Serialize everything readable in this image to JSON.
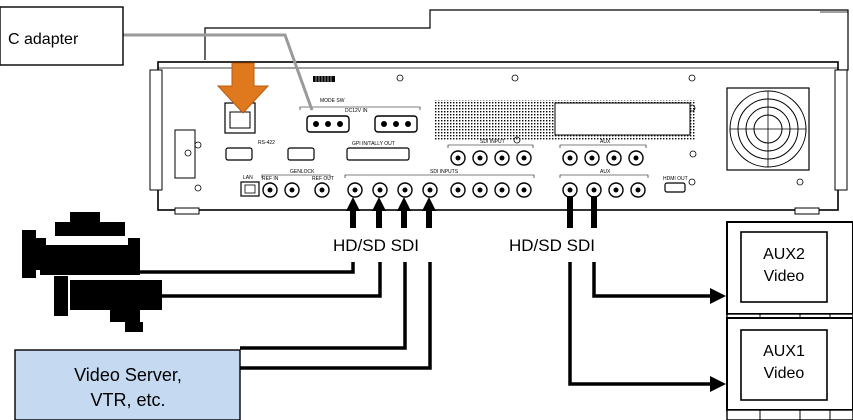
{
  "callouts": {
    "dc_adapter": "C adapter",
    "video_server": [
      "Video Server,",
      "VTR, etc."
    ]
  },
  "connections": {
    "sdi_inputs": "HD/SD SDI",
    "aux_outputs": "HD/SD SDI"
  },
  "monitors": {
    "aux2": [
      "AUX2",
      "Video"
    ],
    "aux1": [
      "AUX1",
      "Video"
    ]
  },
  "panel_labels": {
    "mode_sw": "MODE SW",
    "dc_in": "DC12V IN",
    "rs422": "RS-422",
    "gpi": "GPI IN/TALLY OUT",
    "sdi_input_top": "SDI INPUT",
    "aux_top": "AUX",
    "lan": "LAN",
    "genlock": "GENLOCK",
    "ref_in": "REF IN",
    "ref_out": "REF OUT",
    "sdi_input_bottom": "SDI INPUTS",
    "aux_bottom": "AUX",
    "hdmi_out": "HDMI OUT"
  },
  "colors": {
    "arrow": "#e0781e",
    "dc_cable": "#9a9a9a",
    "server_box": "#c5d9f1"
  }
}
